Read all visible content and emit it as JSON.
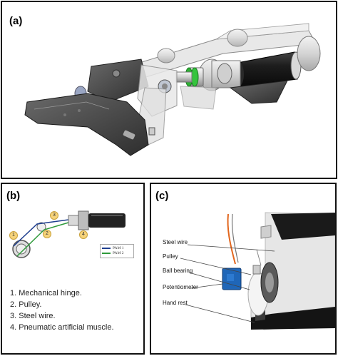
{
  "panels": {
    "a": {
      "label": "(a)"
    },
    "b": {
      "label": "(b)",
      "markers": [
        "1",
        "2",
        "3",
        "4"
      ],
      "legend": [
        {
          "name": "PAM 1",
          "color": "#1f3f8f"
        },
        {
          "name": "PAM 2",
          "color": "#2e9a3a"
        }
      ],
      "list": [
        "1. Mechanical hinge.",
        "2. Pulley.",
        "3. Steel wire.",
        "4. Pneumatic artificial muscle."
      ]
    },
    "c": {
      "label": "(c)",
      "callouts": [
        "Steel wire",
        "Pulley",
        "Ball bearing",
        "Potentiometer",
        "Hand rest"
      ]
    }
  },
  "colors": {
    "frame": "#111111",
    "marker": "#f6d37a",
    "pam_green": "#2eb135",
    "muscle": "#222222"
  }
}
